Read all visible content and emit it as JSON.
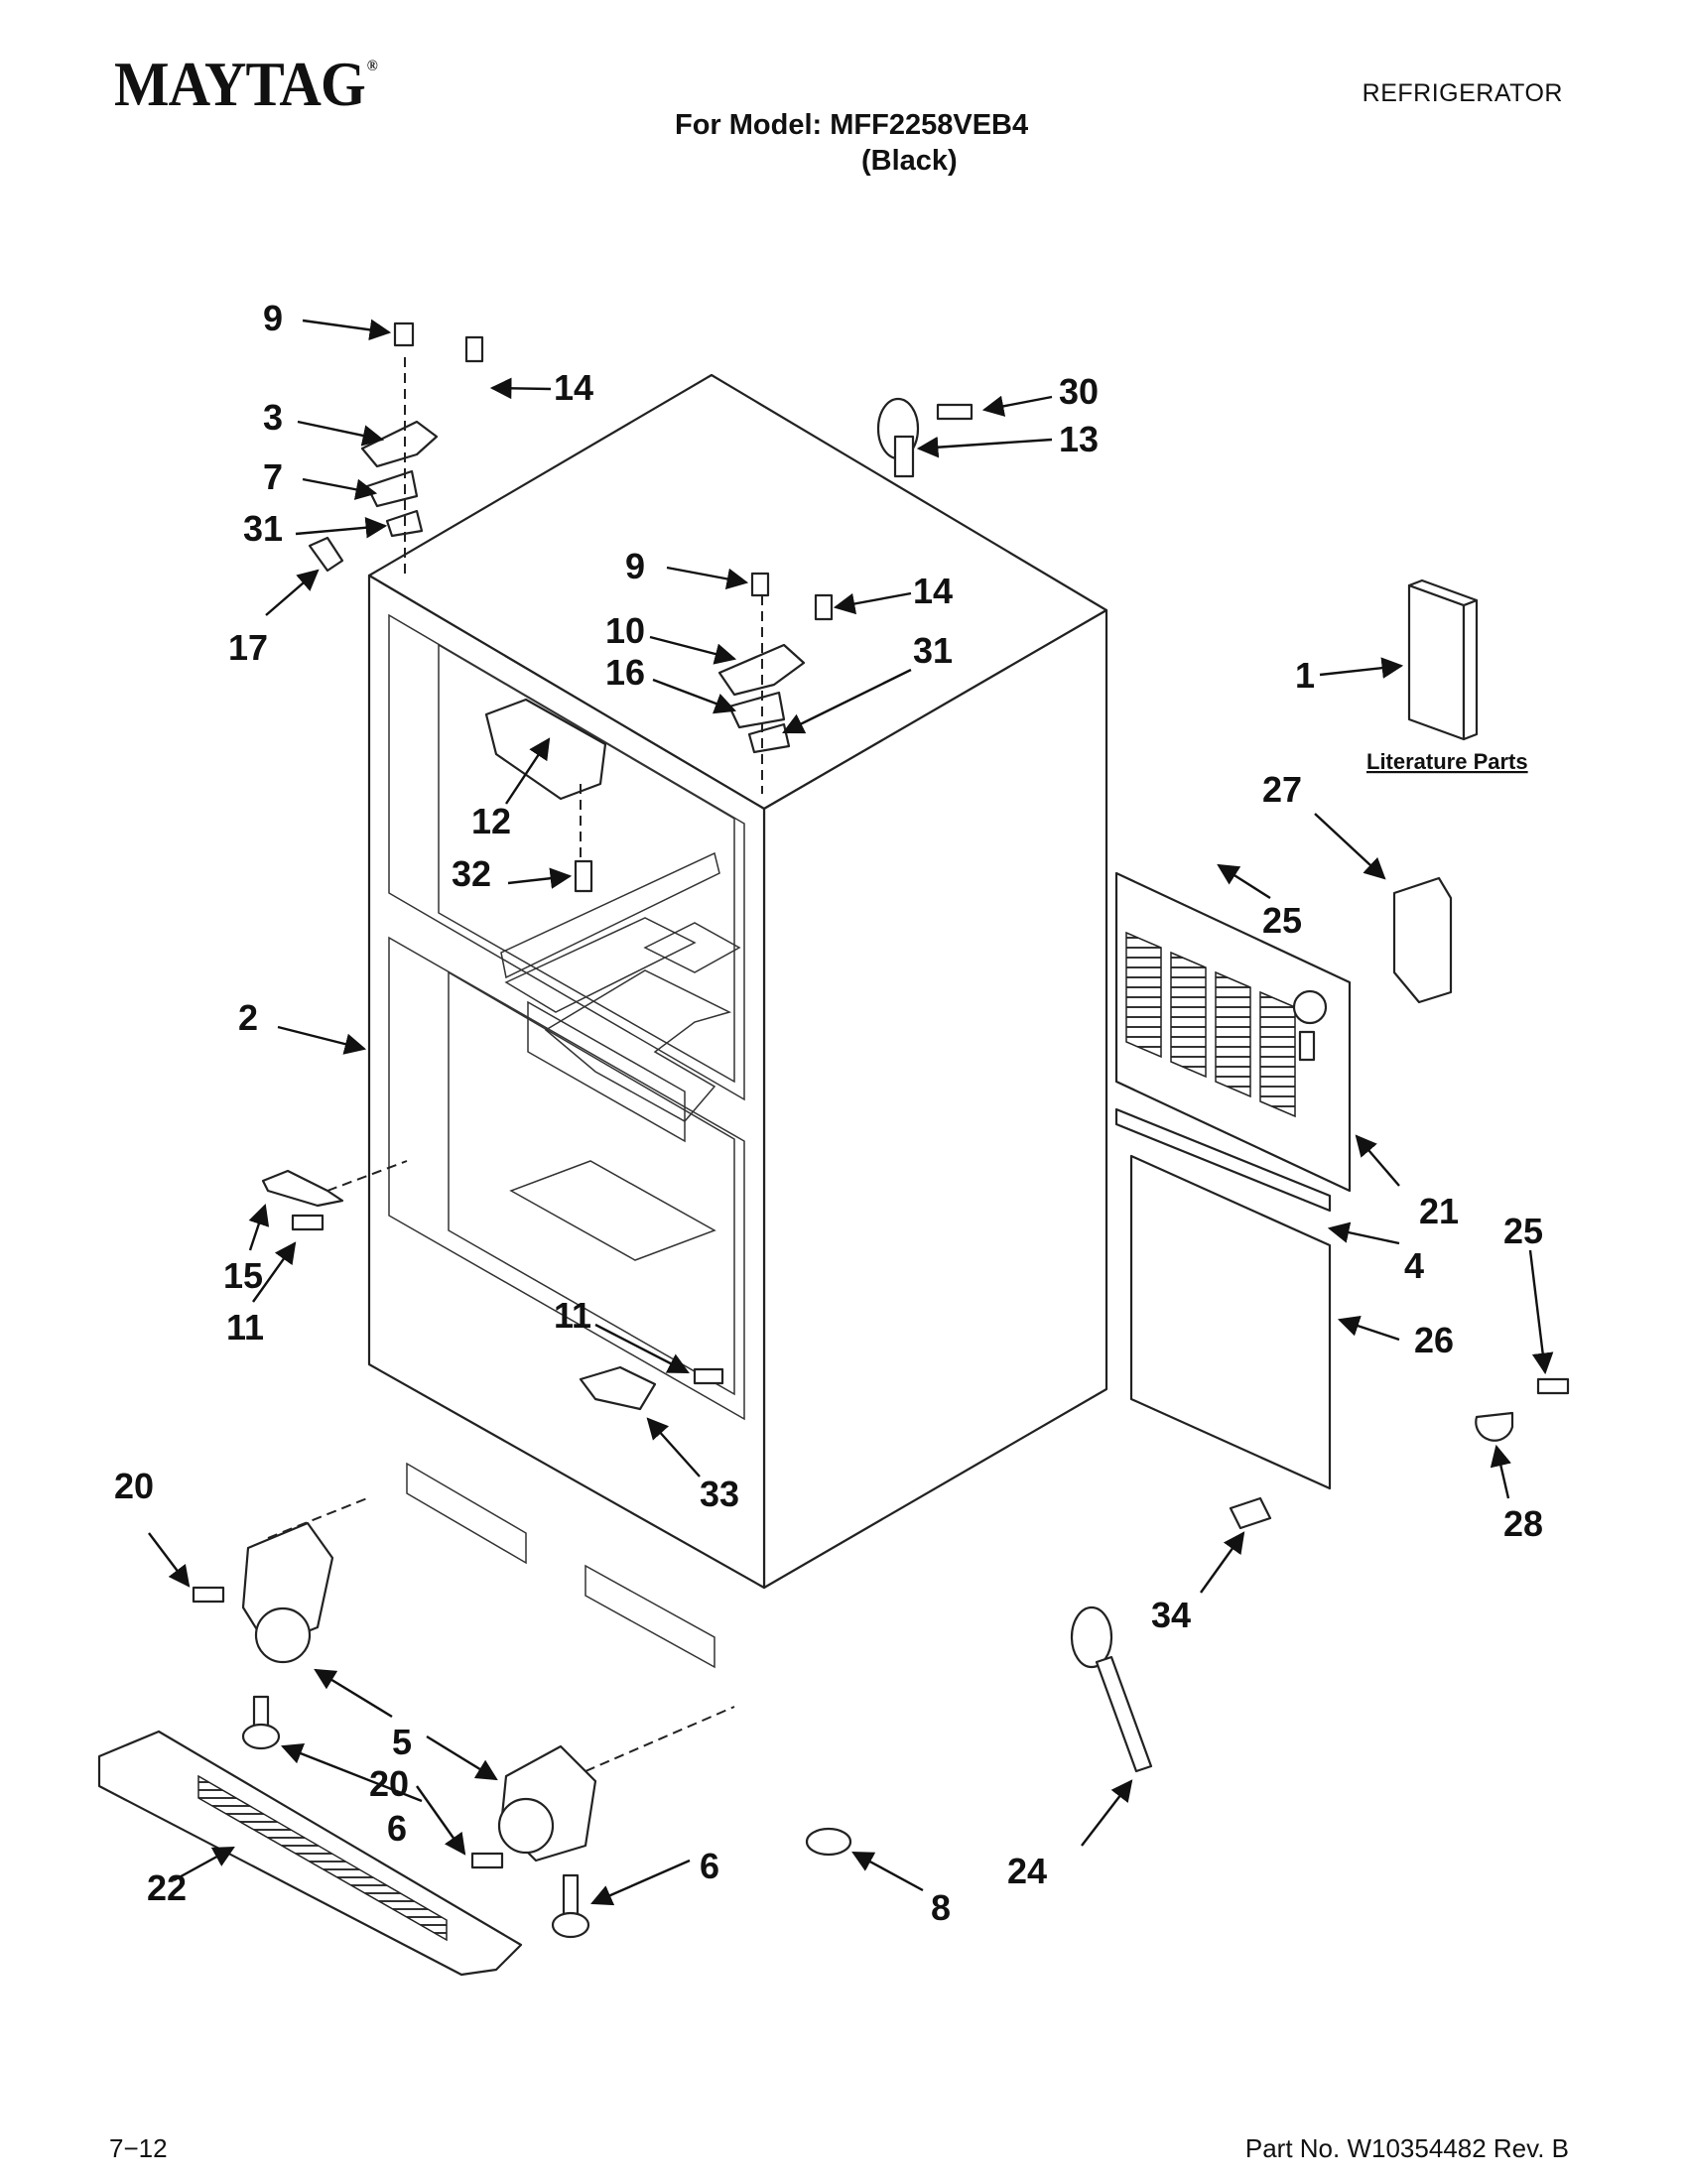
{
  "header": {
    "brand": "MAYTAG",
    "brand_mark": "®",
    "category": "REFRIGERATOR",
    "model_line": "For Model: MFF2258VEB4",
    "color_line": "(Black)"
  },
  "footer": {
    "page": "7−12",
    "part_number": "Part No. W10354482 Rev. B"
  },
  "literature_label": "Literature Parts",
  "callouts": [
    {
      "id": "c9a",
      "text": "9"
    },
    {
      "id": "c14a",
      "text": "14"
    },
    {
      "id": "c3",
      "text": "3"
    },
    {
      "id": "c7",
      "text": "7"
    },
    {
      "id": "c31a",
      "text": "31"
    },
    {
      "id": "c17",
      "text": "17"
    },
    {
      "id": "c30",
      "text": "30"
    },
    {
      "id": "c13",
      "text": "13"
    },
    {
      "id": "c9b",
      "text": "9"
    },
    {
      "id": "c14b",
      "text": "14"
    },
    {
      "id": "c10",
      "text": "10"
    },
    {
      "id": "c16",
      "text": "16"
    },
    {
      "id": "c31b",
      "text": "31"
    },
    {
      "id": "c1",
      "text": "1"
    },
    {
      "id": "c12",
      "text": "12"
    },
    {
      "id": "c32",
      "text": "32"
    },
    {
      "id": "c27",
      "text": "27"
    },
    {
      "id": "c25a",
      "text": "25"
    },
    {
      "id": "c2",
      "text": "2"
    },
    {
      "id": "c21",
      "text": "21"
    },
    {
      "id": "c4",
      "text": "4"
    },
    {
      "id": "c25b",
      "text": "25"
    },
    {
      "id": "c15",
      "text": "15"
    },
    {
      "id": "c11a",
      "text": "11"
    },
    {
      "id": "c11b",
      "text": "11"
    },
    {
      "id": "c26",
      "text": "26"
    },
    {
      "id": "c33",
      "text": "33"
    },
    {
      "id": "c28",
      "text": "28"
    },
    {
      "id": "c20a",
      "text": "20"
    },
    {
      "id": "c34",
      "text": "34"
    },
    {
      "id": "c5",
      "text": "5"
    },
    {
      "id": "c20b",
      "text": "20"
    },
    {
      "id": "c6a",
      "text": "6"
    },
    {
      "id": "c22",
      "text": "22"
    },
    {
      "id": "c6b",
      "text": "6"
    },
    {
      "id": "c24",
      "text": "24"
    },
    {
      "id": "c8",
      "text": "8"
    }
  ]
}
